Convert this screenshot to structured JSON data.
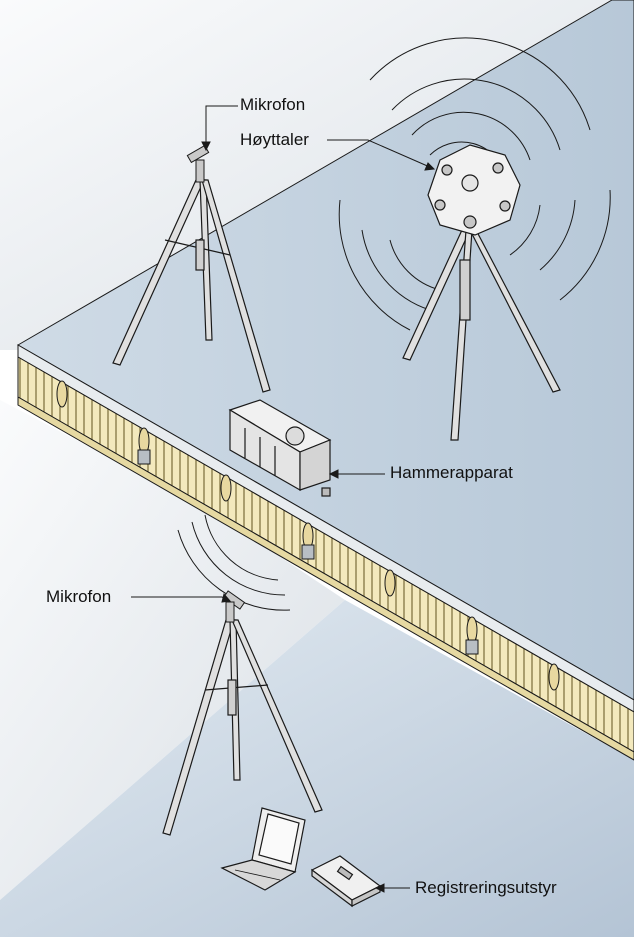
{
  "labels": {
    "mic_top": "Mikrofon",
    "speaker": "Høyttaler",
    "hammer": "Hammerapparat",
    "mic_bottom": "Mikrofon",
    "recorder": "Registreringsutstyr"
  },
  "colors": {
    "upper_room_light": "#f0f4f8",
    "upper_room_dark": "#9fb4c8",
    "lower_room_light": "#dde7f0",
    "lower_room_dark": "#aebfd1",
    "wall_light": "#f6f7f8",
    "wall_dark": "#d5dbe1",
    "floor_top": "#c9d6e2",
    "joist_wood": "#f1e6b8",
    "line": "#1a1a1a"
  },
  "icons": [
    "microphone-icon",
    "speaker-icon",
    "tripod-icon",
    "tapping-machine-icon",
    "laptop-icon",
    "recorder-icon",
    "sound-wave-icon"
  ]
}
